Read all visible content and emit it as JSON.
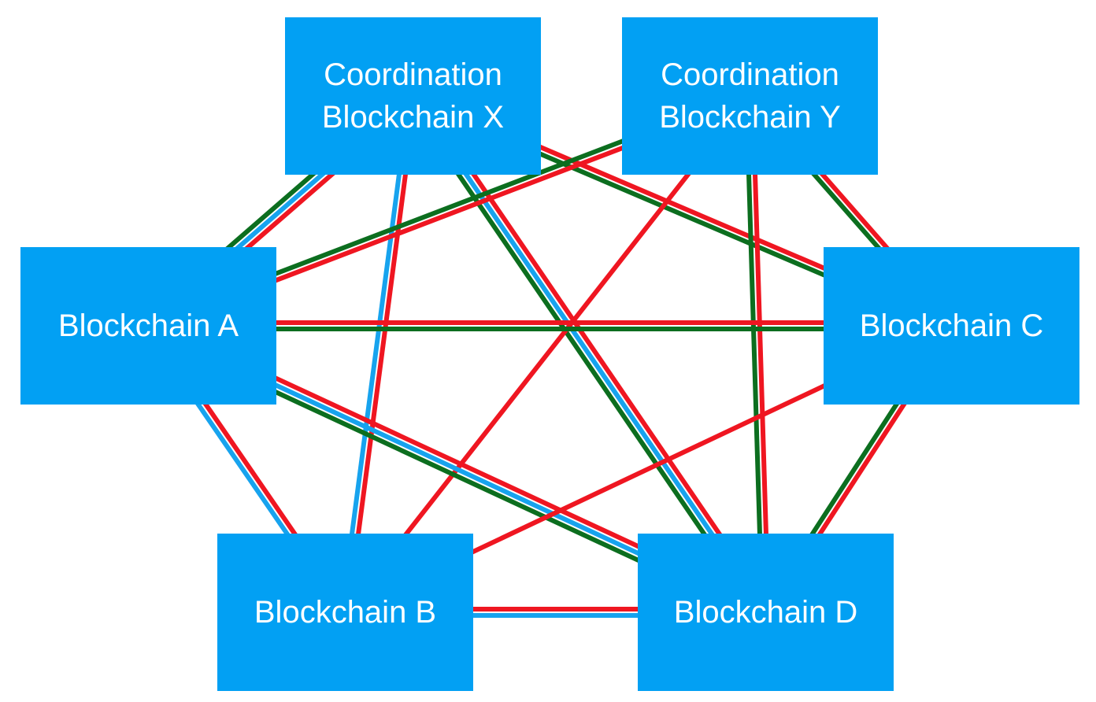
{
  "nodes": {
    "coord_x": {
      "line1": "Coordination",
      "line2": "Blockchain X"
    },
    "coord_y": {
      "line1": "Coordination",
      "line2": "Blockchain Y"
    },
    "chain_a": {
      "label": "Blockchain A"
    },
    "chain_b": {
      "label": "Blockchain B"
    },
    "chain_c": {
      "label": "Blockchain C"
    },
    "chain_d": {
      "label": "Blockchain D"
    }
  },
  "colors": {
    "node_fill": "#02a0f3",
    "node_text": "#ffffff",
    "red": "#ef1621",
    "blue": "#17a3ee",
    "green": "#0c6e1f"
  },
  "connections": [
    {
      "from": "coord_x",
      "to": "chain_a",
      "colors": [
        "red",
        "blue",
        "green"
      ]
    },
    {
      "from": "coord_x",
      "to": "chain_b",
      "colors": [
        "red",
        "blue"
      ]
    },
    {
      "from": "coord_x",
      "to": "chain_c",
      "colors": [
        "red",
        "green"
      ]
    },
    {
      "from": "coord_x",
      "to": "chain_d",
      "colors": [
        "red",
        "blue",
        "green"
      ]
    },
    {
      "from": "coord_y",
      "to": "chain_a",
      "colors": [
        "red",
        "green"
      ]
    },
    {
      "from": "coord_y",
      "to": "chain_b",
      "colors": [
        "red"
      ]
    },
    {
      "from": "coord_y",
      "to": "chain_c",
      "colors": [
        "red",
        "green"
      ]
    },
    {
      "from": "coord_y",
      "to": "chain_d",
      "colors": [
        "red",
        "green"
      ]
    },
    {
      "from": "chain_a",
      "to": "chain_c",
      "colors": [
        "red",
        "green"
      ]
    },
    {
      "from": "chain_a",
      "to": "chain_b",
      "colors": [
        "red",
        "blue"
      ]
    },
    {
      "from": "chain_a",
      "to": "chain_d",
      "colors": [
        "red",
        "blue",
        "green"
      ]
    },
    {
      "from": "chain_b",
      "to": "chain_c",
      "colors": [
        "red"
      ]
    },
    {
      "from": "chain_b",
      "to": "chain_d",
      "colors": [
        "red",
        "blue"
      ]
    },
    {
      "from": "chain_c",
      "to": "chain_d",
      "colors": [
        "red",
        "green"
      ]
    }
  ]
}
